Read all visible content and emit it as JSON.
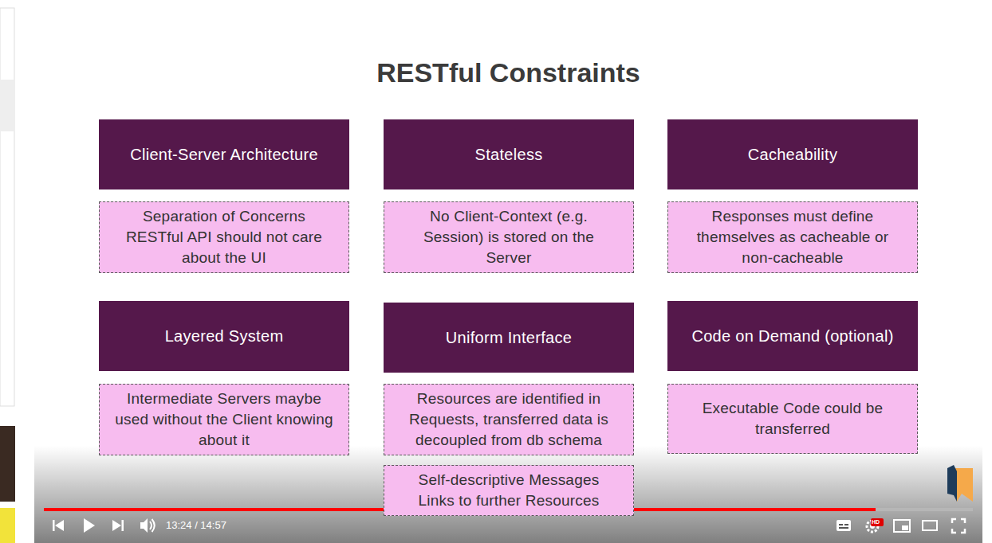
{
  "diagram": {
    "title": "RESTful Constraints",
    "nodes": [
      {
        "text": [
          "Client-Server Architecture"
        ]
      },
      {
        "text": [
          "Stateless"
        ]
      },
      {
        "text": [
          "Cacheability"
        ]
      },
      {
        "text": [
          "Separation of Concerns RESTful API should not care about the UI"
        ]
      },
      {
        "text": [
          "No Client-Context (e.g. Session) is stored on the Server"
        ]
      },
      {
        "text": [
          "Responses must define themselves as cacheable or non-cacheable"
        ]
      },
      {
        "text": [
          "Layered System"
        ]
      },
      {
        "text": [
          "Uniform Interface"
        ]
      },
      {
        "text": [
          "Code on Demand (optional)"
        ]
      },
      {
        "text": [
          "Intermediate Servers maybe used without the Client knowing about it"
        ]
      },
      {
        "text": [
          "Resources are identified in Requests, transferred data is decoupled from db schema"
        ]
      },
      {
        "text": [
          "Executable Code could be transferred"
        ]
      },
      {
        "text": [
          "Self-descriptive Messages Links to further Resources"
        ]
      }
    ],
    "labels": [
      "13:24 / 14:57",
      "HD"
    ]
  }
}
